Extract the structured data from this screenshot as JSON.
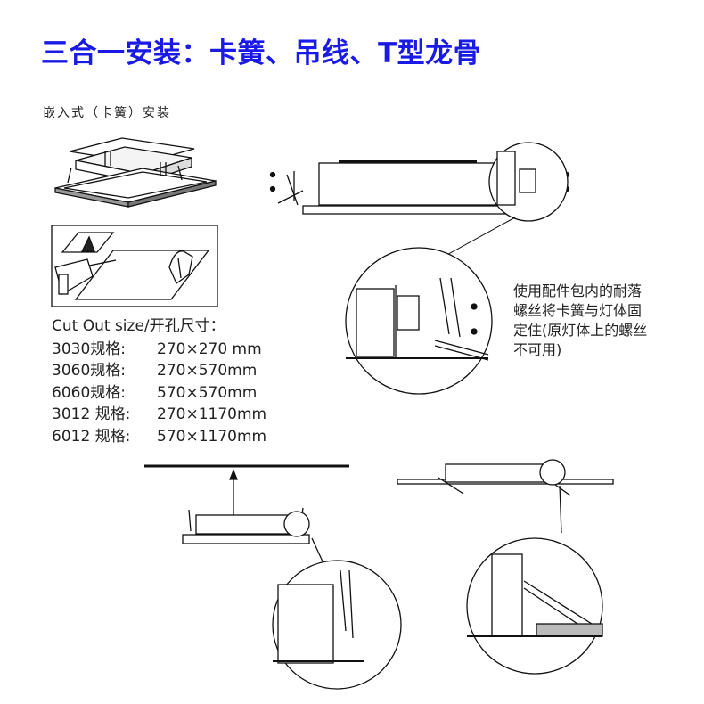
{
  "title": "三合一安装：卡簧、吊线、T型龙骨",
  "subtitle": "嵌入式（卡簧）安装",
  "cutout": {
    "heading": "Cut Out size/开孔尺寸：",
    "rows": [
      {
        "spec": "3030规格:",
        "size": "270×270 mm"
      },
      {
        "spec": "3060规格:",
        "size": "270×570mm"
      },
      {
        "spec": "6060规格:",
        "size": "570×570mm"
      },
      {
        "spec": "3012 规格:",
        "size": "270×1170mm"
      },
      {
        "spec": "6012 规格:",
        "size": "570×1170mm"
      }
    ]
  },
  "note": {
    "lines": [
      "使用配件包内的耐落",
      "螺丝将卡簧与灯体固",
      "定住(原灯体上的螺丝",
      "不可用)"
    ]
  },
  "colors": {
    "title": "#1a1ae6",
    "line": "#111111"
  }
}
